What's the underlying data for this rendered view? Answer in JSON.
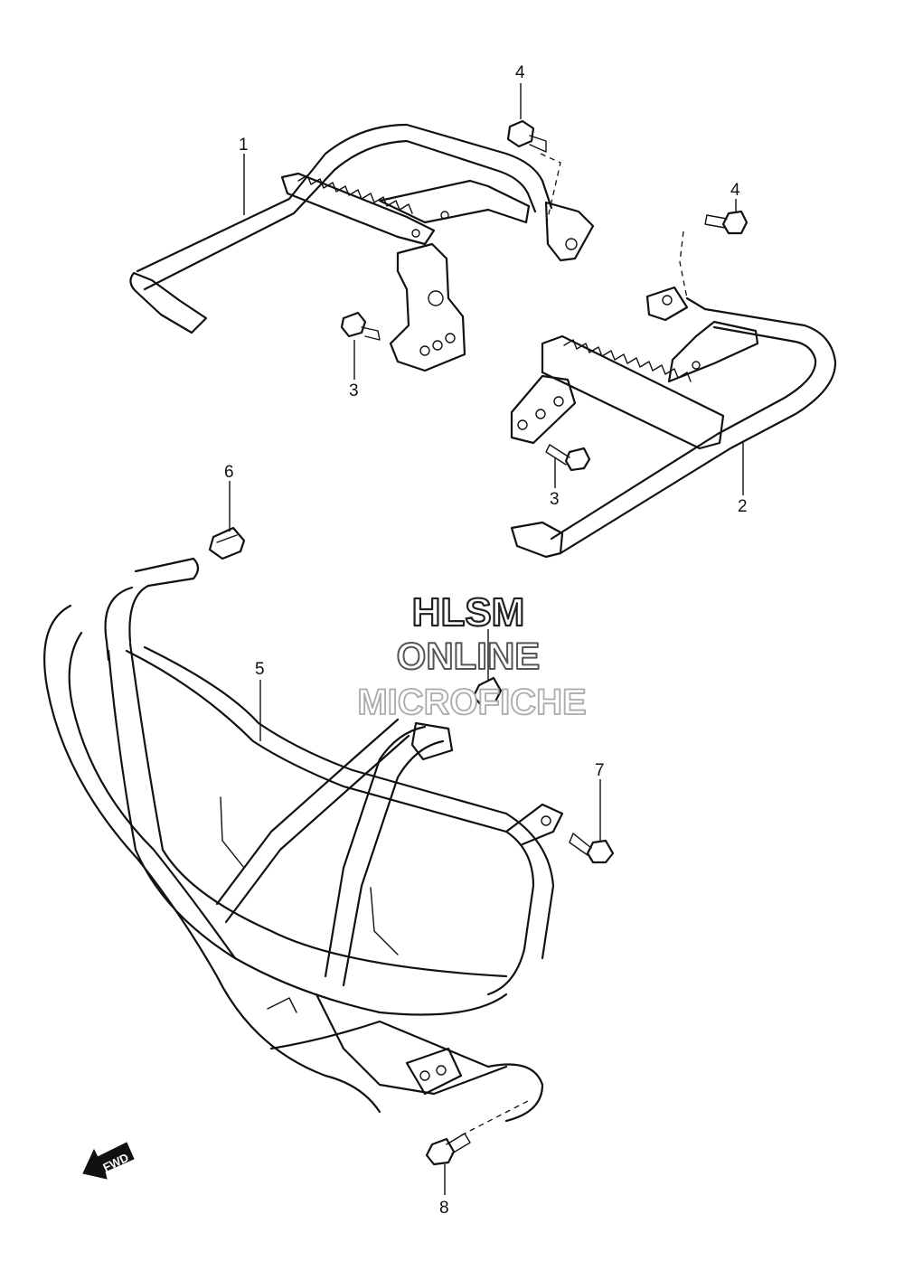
{
  "callouts": {
    "c1": "1",
    "c2": "2",
    "c3a": "3",
    "c3b": "3",
    "c4a": "4",
    "c4b": "4",
    "c5": "5",
    "c6": "6",
    "c7": "7",
    "c8": "8"
  },
  "watermark": {
    "line1": "HLSM",
    "line2": "ONLINE",
    "line3": "MICROFICHE"
  },
  "fwd_label": "FWD"
}
